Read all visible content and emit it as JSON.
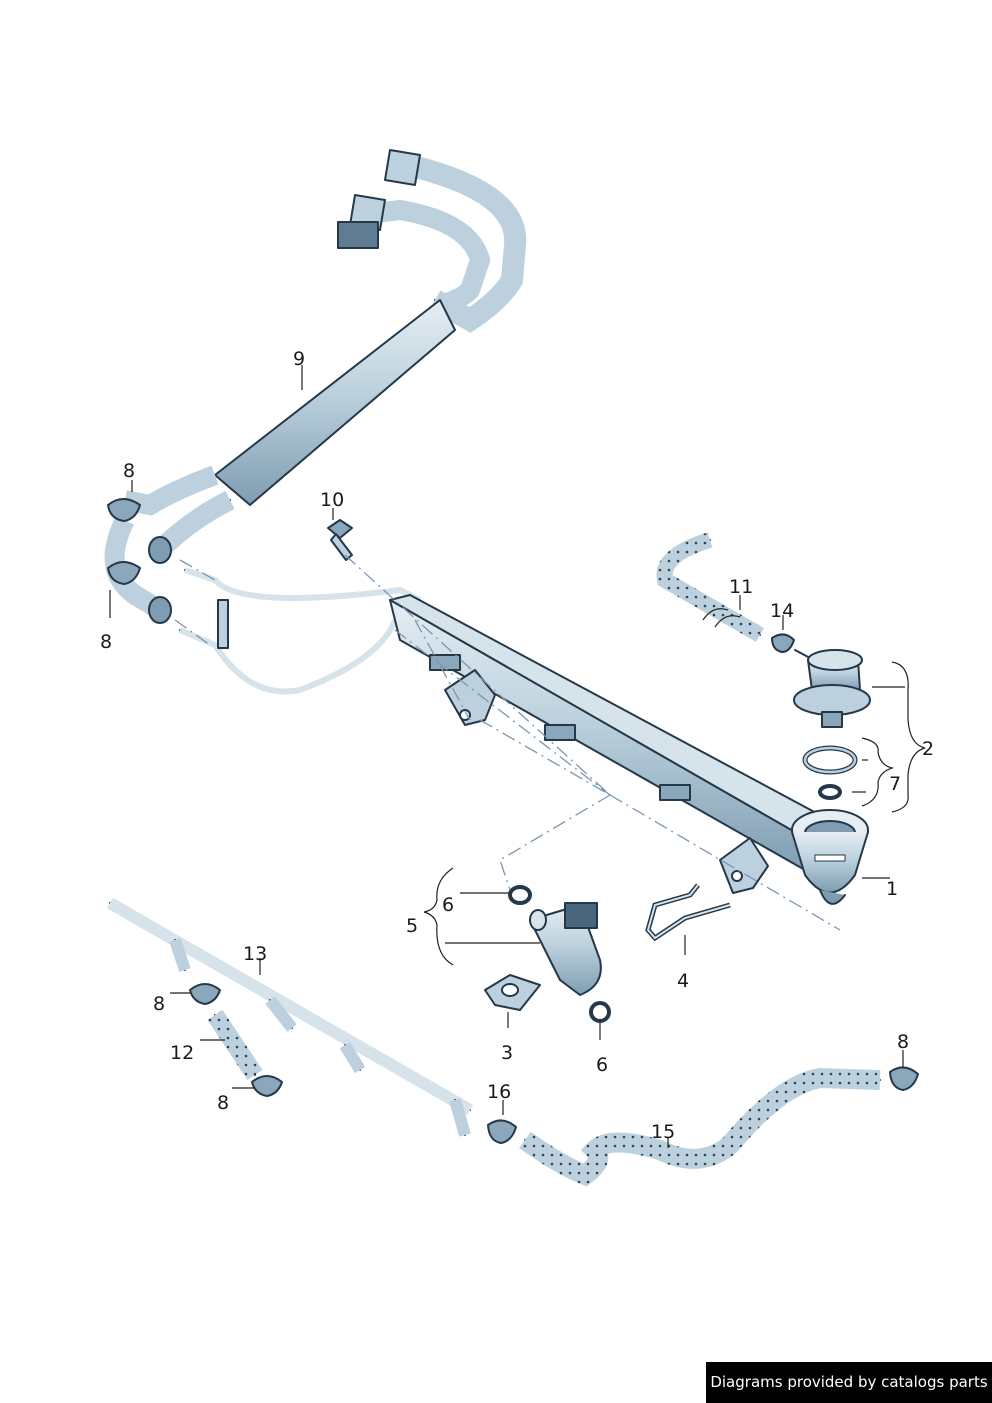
{
  "callouts": [
    "1",
    "2",
    "3",
    "4",
    "5",
    "6",
    "6",
    "7",
    "8",
    "8",
    "8",
    "8",
    "8",
    "9",
    "10",
    "11",
    "12",
    "13",
    "14",
    "15",
    "16"
  ],
  "credit": "Diagrams provided by catalogs parts",
  "colors": {
    "part_fill": "#bcd1dd",
    "part_shade": "#7f9db2",
    "outline": "#24384a",
    "centerline": "#7b96b0"
  }
}
